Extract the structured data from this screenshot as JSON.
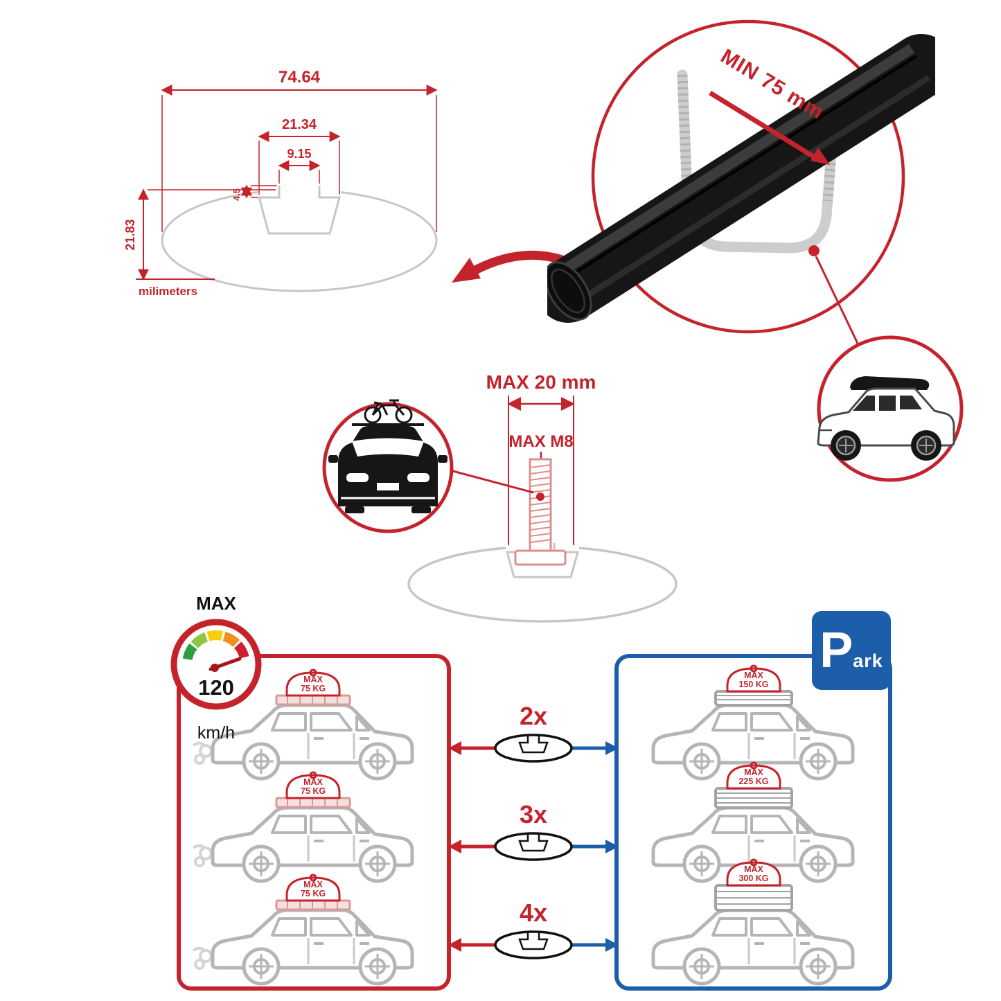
{
  "colors": {
    "accent_red": "#c5232b",
    "accent_blue": "#1c5ea9",
    "profile_gray": "#c6c6c6",
    "bar_black": "#161616"
  },
  "dimensions": {
    "total_width": "74.64",
    "channel_width": "21.34",
    "slot_width": "9.15",
    "lip_depth": "4.5",
    "total_height": "21.83",
    "unit": "milimeters"
  },
  "clamp": {
    "min_gap": "MIN 75 mm"
  },
  "bolt": {
    "max_length": "MAX 20 mm",
    "max_thread": "MAX M8"
  },
  "speed": {
    "label": "MAX",
    "value": "120",
    "unit": "km/h"
  },
  "park": {
    "letter": "P",
    "rest": "ark"
  },
  "loads": {
    "multipliers": [
      "2x",
      "3x",
      "4x"
    ],
    "left": [
      {
        "line1": "MAX",
        "line2": "75 KG"
      },
      {
        "line1": "MAX",
        "line2": "75 KG"
      },
      {
        "line1": "MAX",
        "line2": "75 KG"
      }
    ],
    "right": [
      {
        "line1": "MAX",
        "line2": "150 KG"
      },
      {
        "line1": "MAX",
        "line2": "225 KG"
      },
      {
        "line1": "MAX",
        "line2": "300 KG"
      }
    ]
  }
}
